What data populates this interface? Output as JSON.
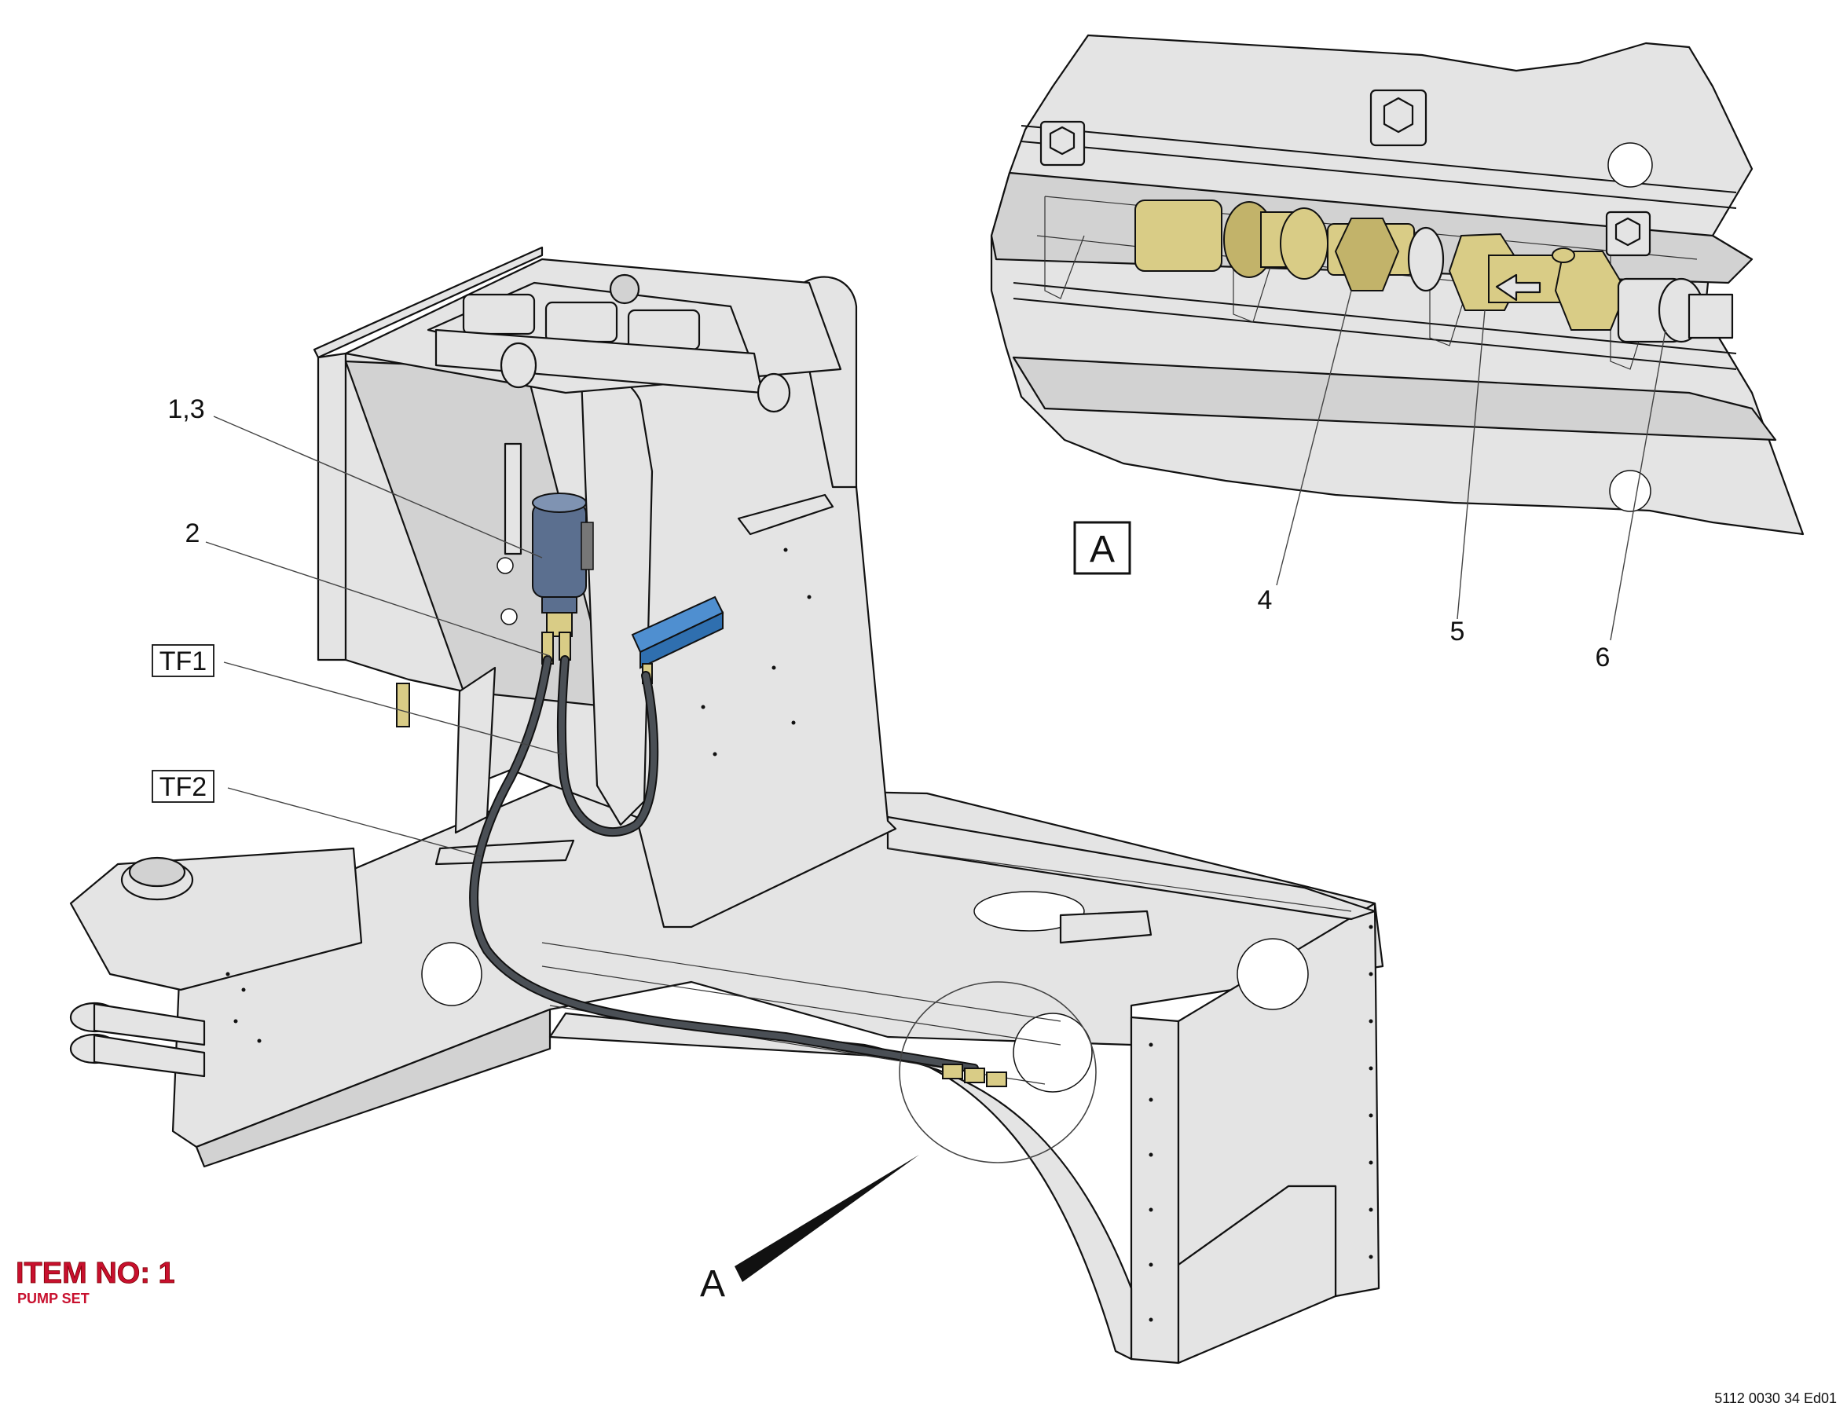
{
  "callouts": {
    "c13": "1,3",
    "c2": "2",
    "tf1": "TF1",
    "tf2": "TF2",
    "c4": "4",
    "c5": "5",
    "c6": "6"
  },
  "detail_view": {
    "box_label": "A",
    "pointer_label": "A"
  },
  "item": {
    "title": "ITEM NO: 1",
    "subtitle": "PUMP SET"
  },
  "doc_ref": "5112 0030 34 Ed01",
  "colors": {
    "frame_fill": "#e4e4e4",
    "brass_parts": "#d9cc86",
    "pump_body": "#5b6f8f",
    "distributor_block": "#4f8fd0",
    "item_text": "#c8102e"
  }
}
